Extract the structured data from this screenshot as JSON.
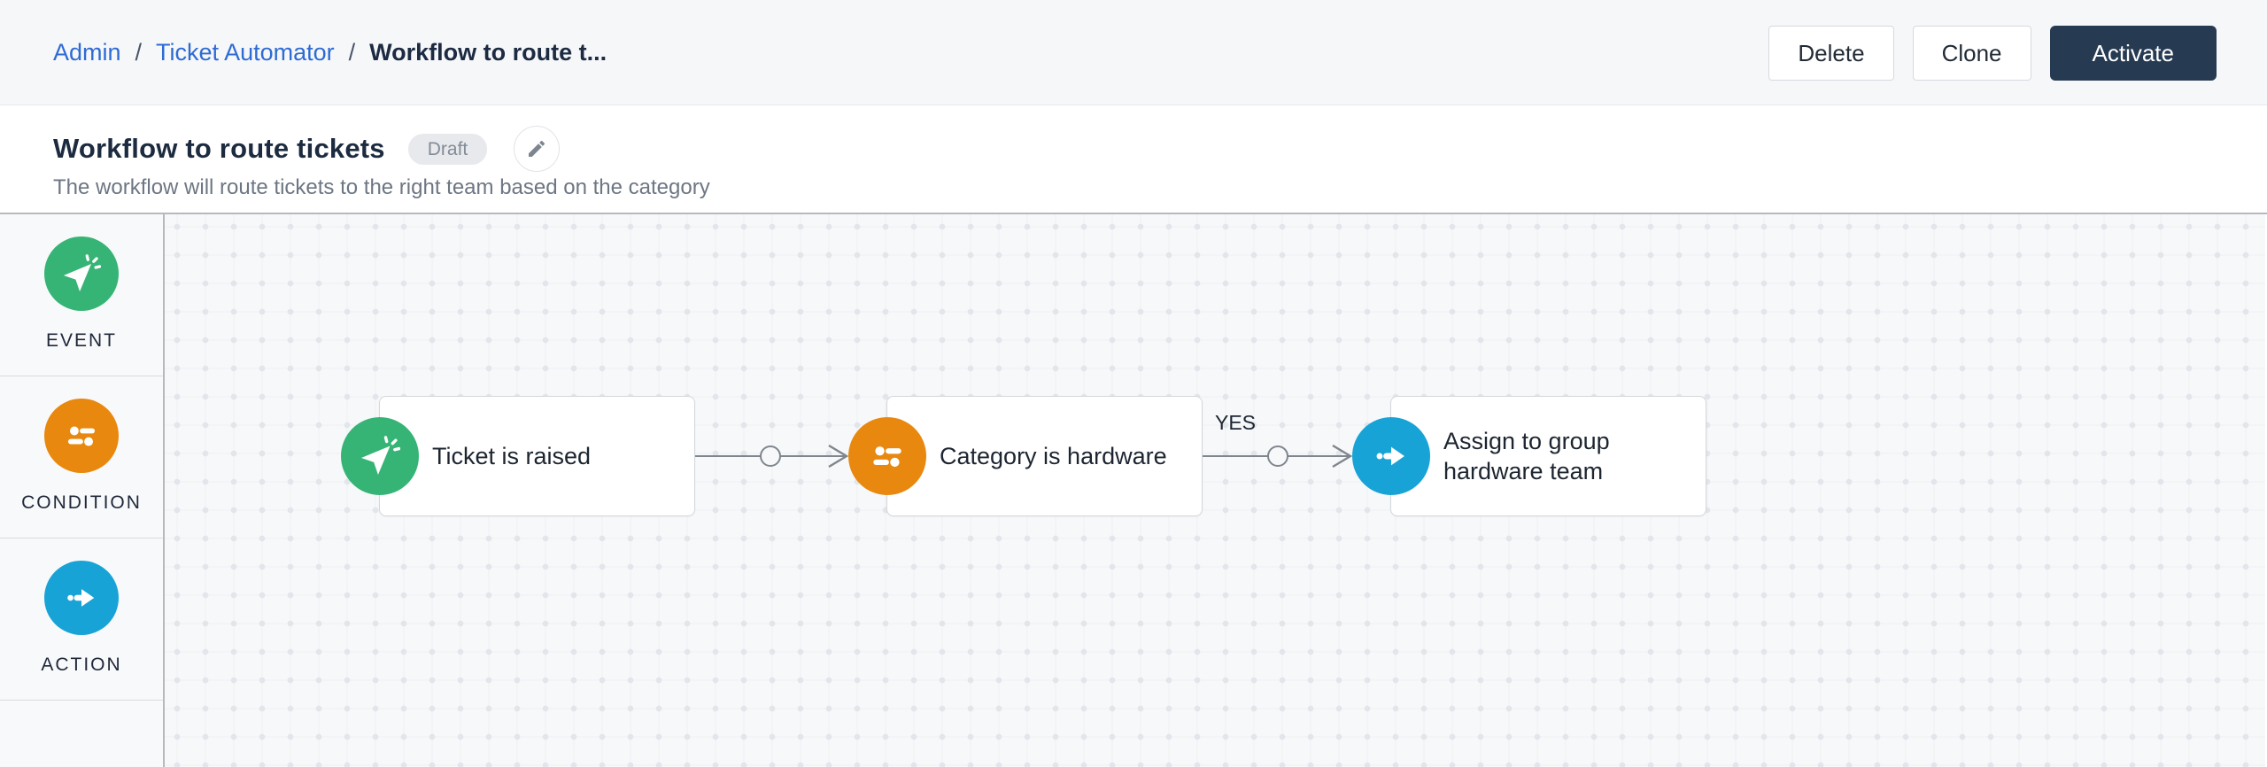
{
  "header": {
    "breadcrumb": {
      "separator": "/",
      "items": [
        {
          "label": "Admin"
        },
        {
          "label": "Ticket Automator"
        },
        {
          "label": "Workflow to route t..."
        }
      ]
    },
    "actions": {
      "delete": "Delete",
      "clone": "Clone",
      "activate": "Activate"
    }
  },
  "title_bar": {
    "title": "Workflow to route tickets",
    "status_badge": "Draft",
    "description": "The workflow will route tickets to the right team based on the category"
  },
  "sidebar": {
    "items": [
      {
        "label": "EVENT",
        "icon": "cursor-click-icon",
        "color": "#36b475"
      },
      {
        "label": "CONDITION",
        "icon": "sliders-icon",
        "color": "#e8880f"
      },
      {
        "label": "ACTION",
        "icon": "arrow-right-icon",
        "color": "#18a3d7"
      }
    ]
  },
  "canvas": {
    "nodes": [
      {
        "type": "event",
        "label": "Ticket is raised",
        "color": "#36b475"
      },
      {
        "type": "condition",
        "label": "Category is hardware",
        "color": "#e8880f"
      },
      {
        "type": "action",
        "label": "Assign to group hardware team",
        "color": "#18a3d7"
      }
    ],
    "connector_labels": {
      "yes": "YES"
    }
  },
  "theme": {
    "primary_button_bg": "#263a52",
    "link_blue": "#2e6bd4",
    "event_green": "#36b475",
    "condition_orange": "#e8880f",
    "action_blue": "#18a3d7"
  }
}
